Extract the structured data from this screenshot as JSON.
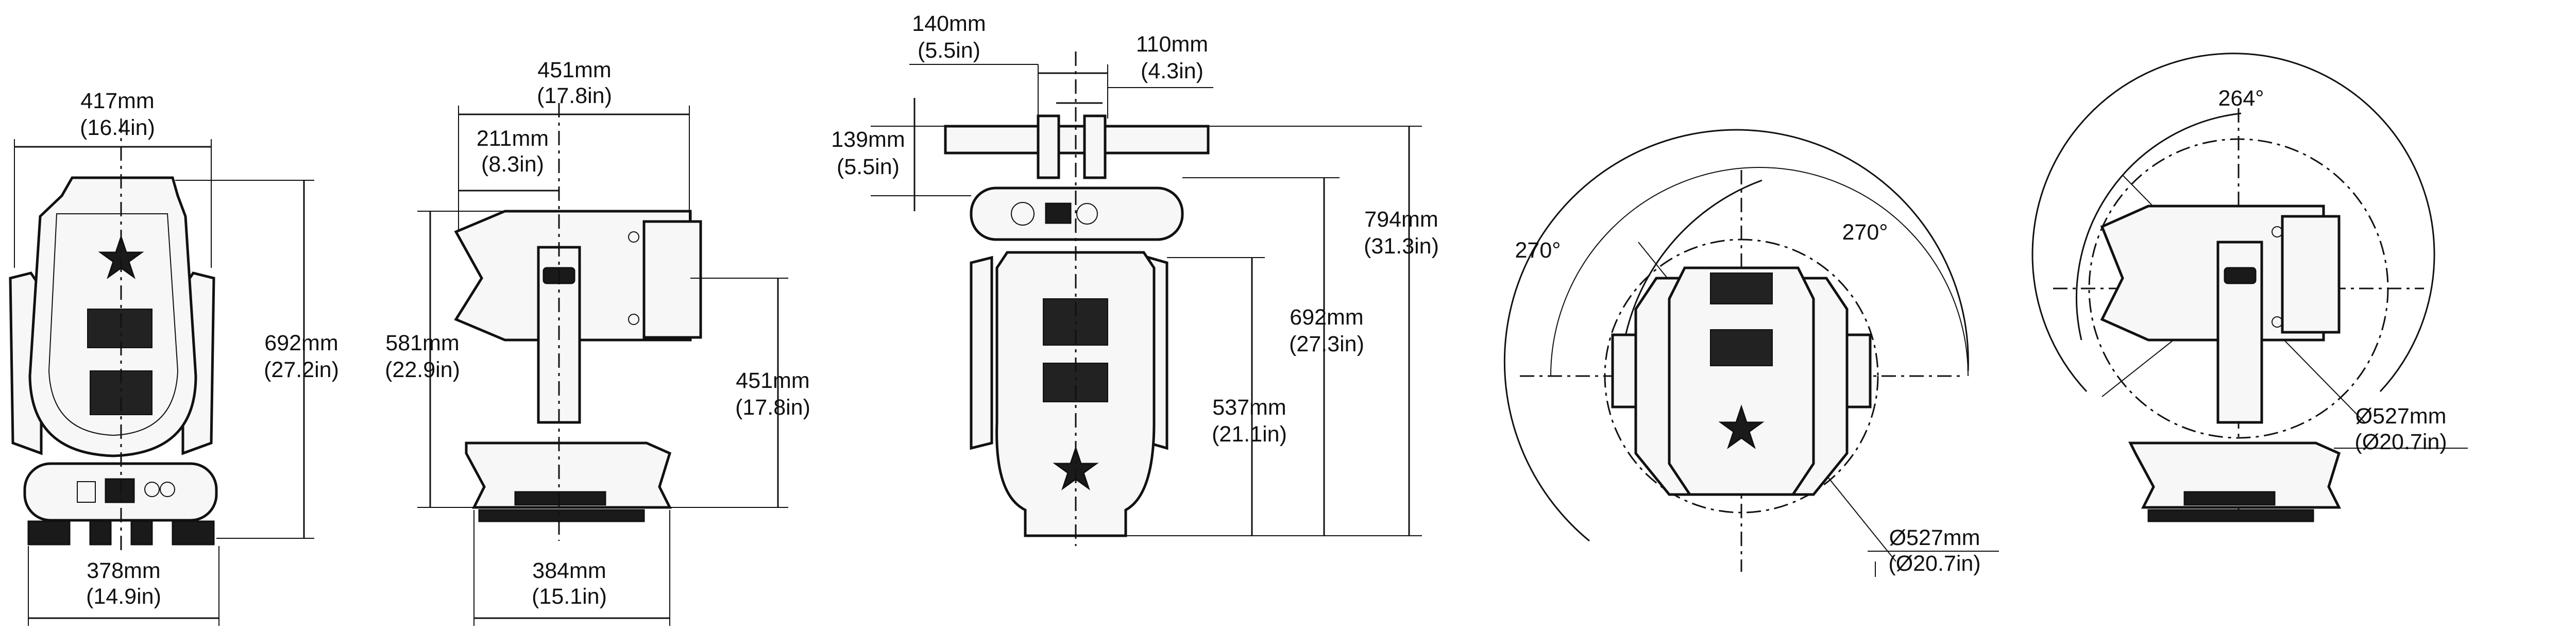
{
  "views": {
    "front": {
      "width_top": {
        "mm": "417mm",
        "in": "(16.4in)"
      },
      "width_base": {
        "mm": "378mm",
        "in": "(14.9in)"
      },
      "height": {
        "mm": "692mm",
        "in": "(27.2in)"
      }
    },
    "side": {
      "depth": {
        "mm": "451mm",
        "in": "(17.8in)"
      },
      "offset": {
        "mm": "211mm",
        "in": "(8.3in)"
      },
      "head_height": {
        "mm": "581mm",
        "in": "(22.9in)"
      },
      "tilt_height": {
        "mm": "451mm",
        "in": "(17.8in)"
      },
      "base_width": {
        "mm": "384mm",
        "in": "(15.1in)"
      }
    },
    "rear_bracket": {
      "spacing_a": {
        "mm": "140mm",
        "in": "(5.5in)"
      },
      "spacing_b": {
        "mm": "110mm",
        "in": "(4.3in)"
      },
      "bracket_height": {
        "mm": "139mm",
        "in": "(5.5in)"
      },
      "total_height": {
        "mm": "794mm",
        "in": "(31.3in)"
      },
      "body_height": {
        "mm": "692mm",
        "in": "(27.3in)"
      },
      "head_height": {
        "mm": "537mm",
        "in": "(21.1in)"
      }
    },
    "top": {
      "pan_left": "270°",
      "pan_right": "270°",
      "diameter": {
        "mm": "Ø527mm",
        "in": "(Ø20.7in)"
      }
    },
    "tilt": {
      "tilt_angle": "264°",
      "diameter": {
        "mm": "Ø527mm",
        "in": "(Ø20.7in)"
      }
    }
  }
}
